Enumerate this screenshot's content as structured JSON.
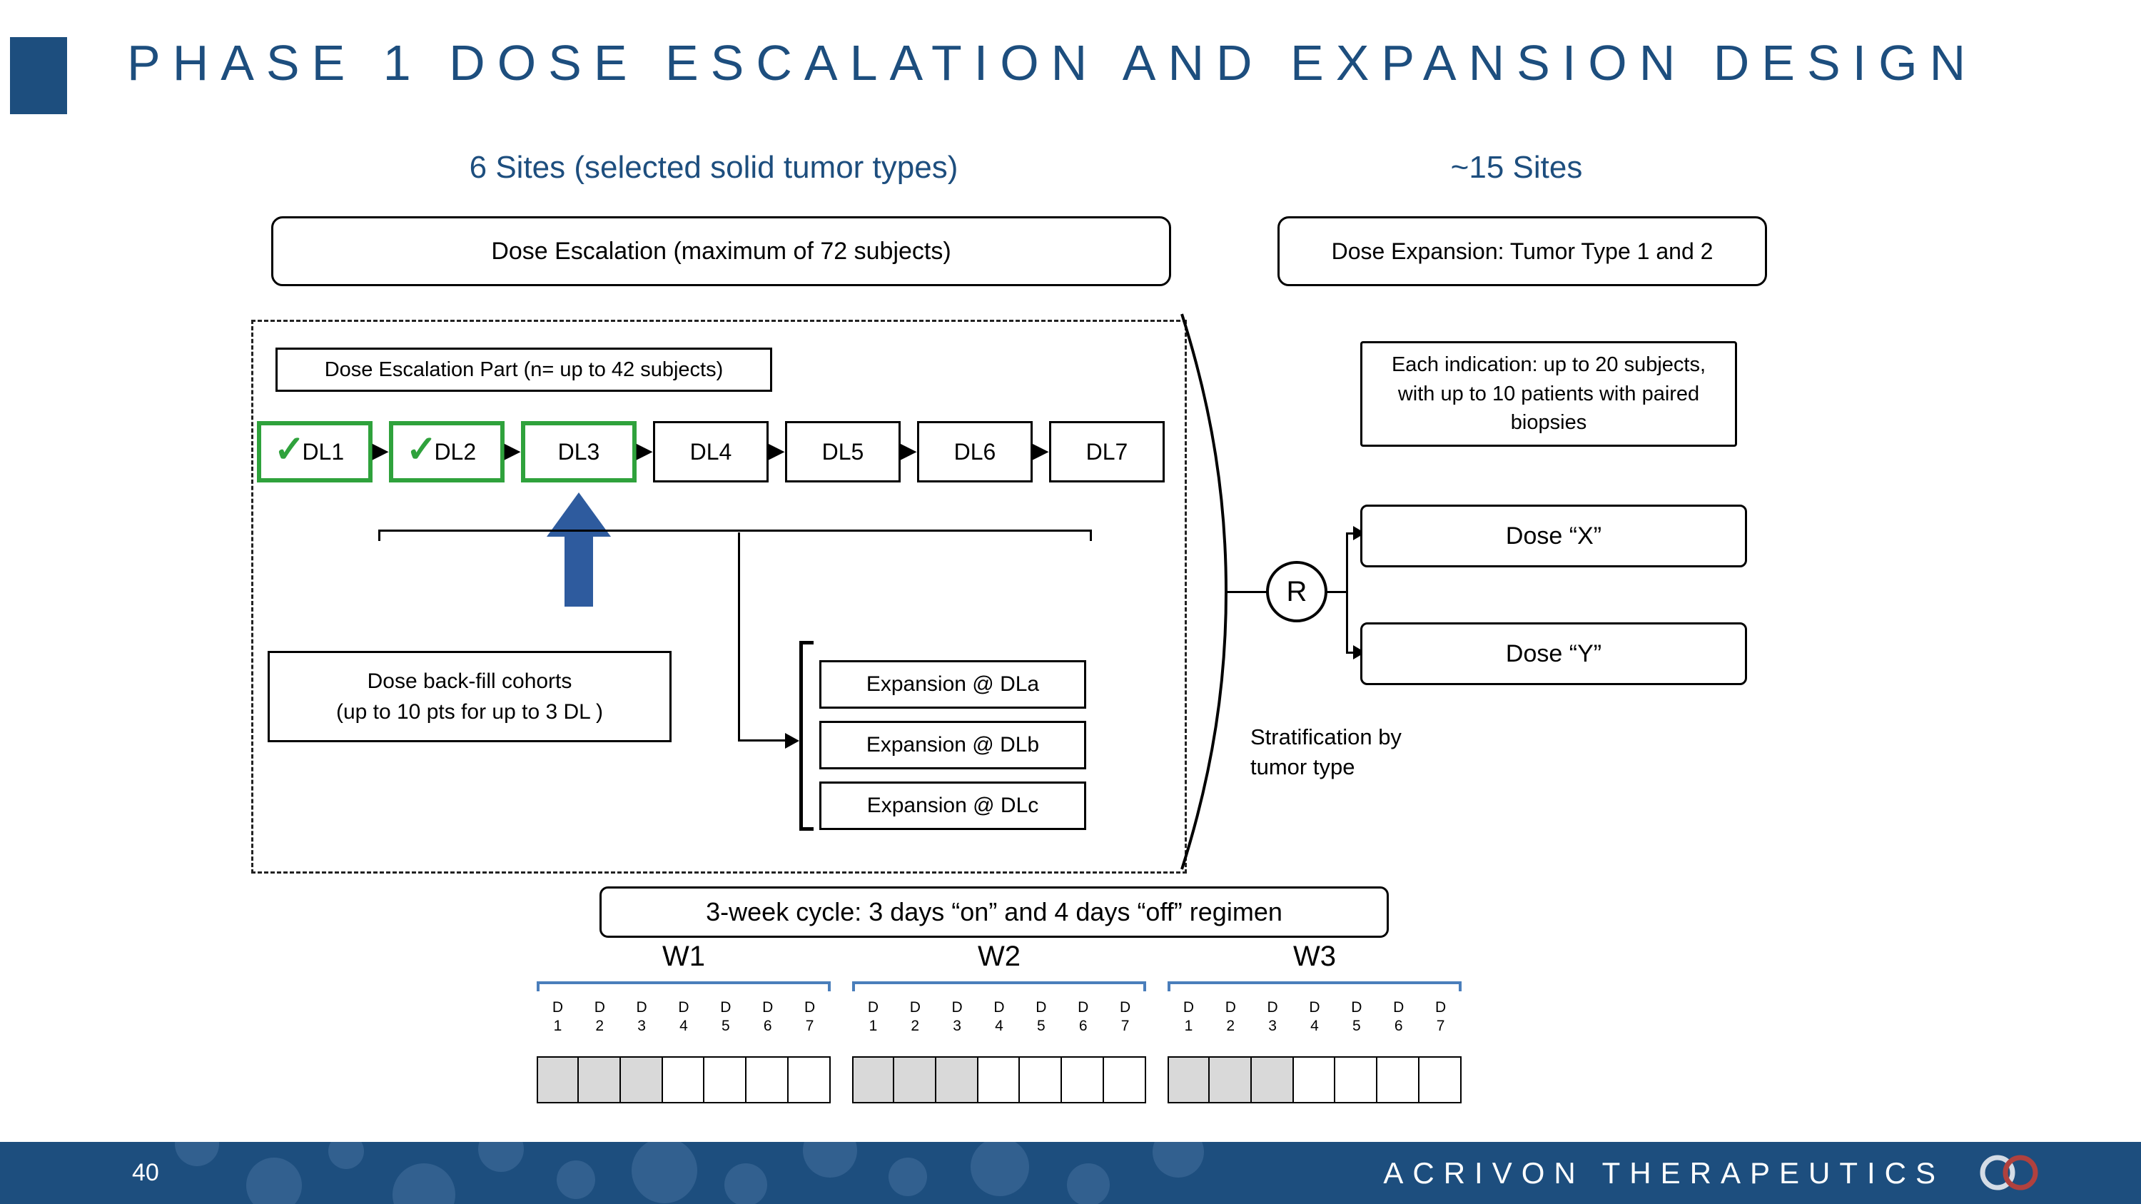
{
  "slide": {
    "title": "PHASE 1 DOSE ESCALATION AND EXPANSION DESIGN",
    "page_number": "40",
    "footer_brand": "ACRIVON THERAPEUTICS"
  },
  "escalation": {
    "sites_header": "6 Sites (selected solid tumor types)",
    "main_box": "Dose Escalation (maximum of 72 subjects)",
    "part_box": "Dose Escalation Part (n= up to 42 subjects)",
    "dose_levels": [
      {
        "label": "DL1",
        "status": "cleared"
      },
      {
        "label": "DL2",
        "status": "cleared"
      },
      {
        "label": "DL3",
        "status": "current"
      },
      {
        "label": "DL4",
        "status": "pending"
      },
      {
        "label": "DL5",
        "status": "pending"
      },
      {
        "label": "DL6",
        "status": "pending"
      },
      {
        "label": "DL7",
        "status": "pending"
      }
    ],
    "backfill_line1": "Dose back-fill cohorts",
    "backfill_line2": "(up to 10 pts for up to 3 DL )",
    "expansion_cohorts": [
      "Expansion @ DLa",
      "Expansion @ DLb",
      "Expansion @ DLc"
    ]
  },
  "expansion": {
    "sites_header": "~15 Sites",
    "main_box": "Dose Expansion: Tumor Type 1 and 2",
    "indication_box": "Each indication:  up to 20 subjects, with up to 10 patients with paired biopsies",
    "randomization": "R",
    "dose_x": "Dose “X”",
    "dose_y": "Dose “Y”",
    "stratification": "Stratification by tumor type"
  },
  "cycle": {
    "header": "3-week cycle: 3 days “on” and 4 days “off” regimen",
    "day_prefix": "D",
    "weeks": [
      {
        "label": "W1",
        "days": [
          "1",
          "2",
          "3",
          "4",
          "5",
          "6",
          "7"
        ],
        "on_days": 3
      },
      {
        "label": "W2",
        "days": [
          "1",
          "2",
          "3",
          "4",
          "5",
          "6",
          "7"
        ],
        "on_days": 3
      },
      {
        "label": "W3",
        "days": [
          "1",
          "2",
          "3",
          "4",
          "5",
          "6",
          "7"
        ],
        "on_days": 3
      }
    ]
  },
  "icons": {
    "check": "✓",
    "arrow_right": "▶"
  },
  "colors": {
    "accent_blue": "#1d4e7e",
    "cleared_green": "#2fa23c",
    "block_arrow_blue": "#2e5b9e",
    "on_day_gray": "#d9d9d9",
    "week_bracket_blue": "#4a7ebb"
  }
}
